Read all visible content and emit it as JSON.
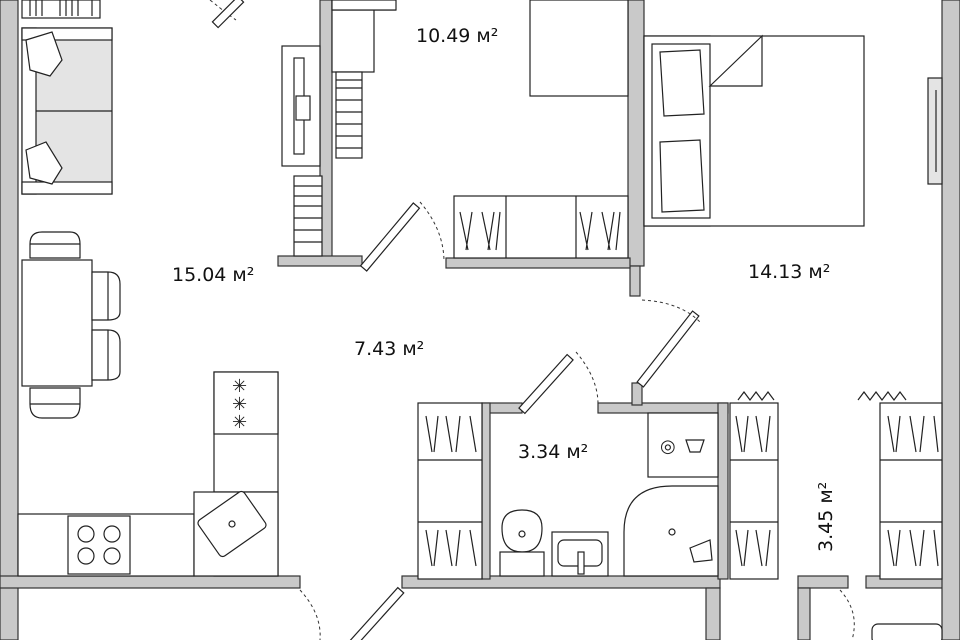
{
  "rooms": [
    {
      "id": "living",
      "area": "15.04 м²"
    },
    {
      "id": "bedroom-top",
      "area": "10.49 м²"
    },
    {
      "id": "bedroom-right",
      "area": "14.13 м²"
    },
    {
      "id": "hallway",
      "area": "7.43 м²"
    },
    {
      "id": "bathroom",
      "area": "3.34 м²"
    },
    {
      "id": "loggia",
      "area": "3.45 м²"
    }
  ],
  "colors": {
    "wall": "#c9c9c9",
    "line": "#222222",
    "background": "#ffffff"
  }
}
